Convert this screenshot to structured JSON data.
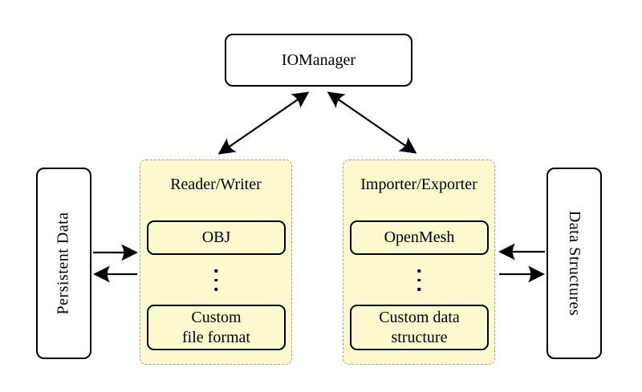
{
  "nodes": {
    "io_manager": {
      "label": "IOManager"
    },
    "persistent_data": {
      "label": "Persistent Data"
    },
    "data_structures": {
      "label": "Data Structures"
    },
    "reader_writer": {
      "label": "Reader/Writer",
      "items": {
        "obj": {
          "label": "OBJ"
        },
        "custom": {
          "line1": "Custom",
          "line2": "file format"
        }
      }
    },
    "importer_exporter": {
      "label": "Importer/Exporter",
      "items": {
        "openmesh": {
          "label": "OpenMesh"
        },
        "custom": {
          "line1": "Custom data",
          "line2": "structure"
        }
      }
    }
  },
  "icons": {
    "vertical_ellipsis": "vertical-ellipsis-icon"
  },
  "colors": {
    "group_fill": "#faface",
    "group_border": "#9e9e9e",
    "node_border": "#000000",
    "arrow": "#000000",
    "background": "#ffffff"
  },
  "edges": [
    {
      "from": "IOManager",
      "to": "Reader/Writer",
      "type": "bidirectional"
    },
    {
      "from": "IOManager",
      "to": "Importer/Exporter",
      "type": "bidirectional"
    },
    {
      "from": "Persistent Data",
      "to": "Reader/Writer",
      "type": "arrow"
    },
    {
      "from": "Reader/Writer",
      "to": "Persistent Data",
      "type": "arrow"
    },
    {
      "from": "Data Structures",
      "to": "Importer/Exporter",
      "type": "arrow"
    },
    {
      "from": "Importer/Exporter",
      "to": "Data Structures",
      "type": "arrow"
    }
  ]
}
